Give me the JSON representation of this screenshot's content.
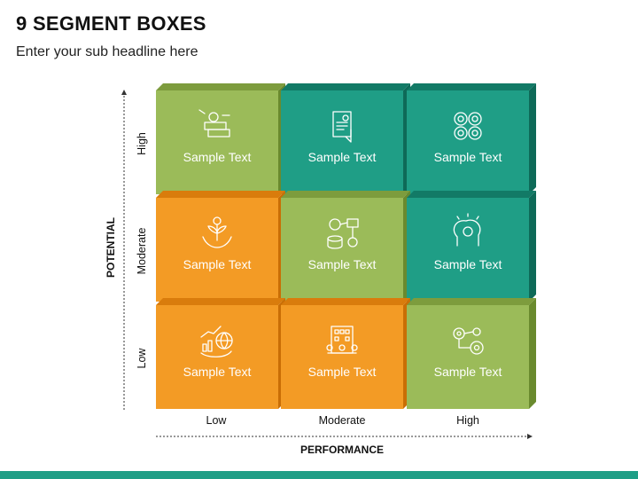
{
  "header": {
    "title": "9 SEGMENT BOXES",
    "subtitle": "Enter your sub headline here"
  },
  "axes": {
    "y_title": "POTENTIAL",
    "x_title": "PERFORMANCE",
    "y_ticks": [
      "High",
      "Moderate",
      "Low"
    ],
    "x_ticks": [
      "Low",
      "Moderate",
      "High"
    ]
  },
  "colors": {
    "green": "#9bbb59",
    "orange": "#f39b25",
    "teal": "#1f9e86",
    "bar": "#1f9e86"
  },
  "boxes": [
    {
      "row": "High",
      "col": "Low",
      "color": "green",
      "icon": "money-tools-icon",
      "label": "Sample Text"
    },
    {
      "row": "High",
      "col": "Moderate",
      "color": "teal",
      "icon": "report-document-icon",
      "label": "Sample Text"
    },
    {
      "row": "High",
      "col": "High",
      "color": "teal",
      "icon": "four-circles-icon",
      "label": "Sample Text"
    },
    {
      "row": "Moderate",
      "col": "Low",
      "color": "orange",
      "icon": "plant-hands-icon",
      "label": "Sample Text"
    },
    {
      "row": "Moderate",
      "col": "Moderate",
      "color": "green",
      "icon": "network-database-icon",
      "label": "Sample Text"
    },
    {
      "row": "Moderate",
      "col": "High",
      "color": "teal",
      "icon": "brain-idea-icon",
      "label": "Sample Text"
    },
    {
      "row": "Low",
      "col": "Low",
      "color": "orange",
      "icon": "global-growth-icon",
      "label": "Sample Text"
    },
    {
      "row": "Low",
      "col": "Moderate",
      "color": "orange",
      "icon": "office-building-icon",
      "label": "Sample Text"
    },
    {
      "row": "Low",
      "col": "High",
      "color": "green",
      "icon": "gears-process-icon",
      "label": "Sample Text"
    }
  ]
}
